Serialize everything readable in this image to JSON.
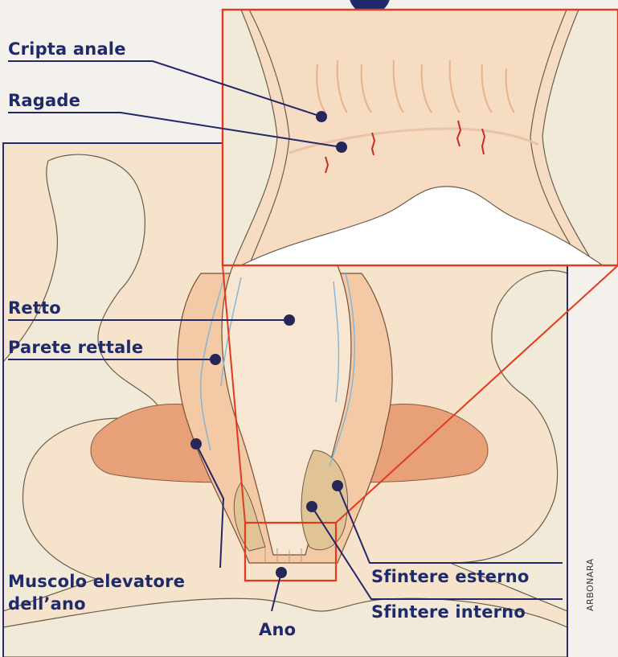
{
  "colors": {
    "label": "#1f2a6b",
    "leader_line": "#23266b",
    "marker_dot": "#26265a",
    "zoom_box": "#e23a1e",
    "frame": "#2a2a6a",
    "bone": "#f2ead9",
    "tissue": "#f3c9a6",
    "muscle": "#e8a078",
    "vein": "#7fb5d8",
    "fissure": "#cc2a1e",
    "paper": "#f4f1ec",
    "inset_bg": "#f7dcc4"
  },
  "labels": {
    "cripta_anale": "Cripta anale",
    "ragade": "Ragade",
    "retto": "Retto",
    "parete_rettale": "Parete rettale",
    "muscolo_line1": "Muscolo elevatore",
    "muscolo_line2": "dell’ano",
    "sfintere_esterno": "Sfintere esterno",
    "sfintere_interno": "Sfintere interno",
    "ano": "Ano"
  },
  "credit": "ARBONARA"
}
